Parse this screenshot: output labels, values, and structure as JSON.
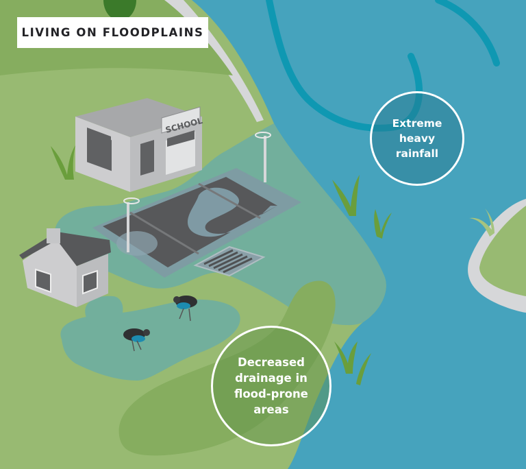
{
  "title": "LIVING ON FLOODPLAINS",
  "callouts": {
    "rainfall": {
      "lines": [
        "Extreme",
        "heavy",
        "rainfall"
      ]
    },
    "drainage": {
      "lines": [
        "Decreased",
        "drainage in",
        "flood-prone",
        "areas"
      ]
    }
  },
  "buildings": {
    "school": {
      "sign": "SCHOOL"
    },
    "house": {}
  },
  "colors": {
    "river": "#46a3bd",
    "river_current": "#0f96b0",
    "grass_light": "#98ba72",
    "grass_mid": "#86ad5f",
    "grass_dark": "#3b7a2a",
    "floodwater": "#72af9c",
    "bank": "#d6d7d9",
    "road": "#57585a",
    "building": "#c9cacc",
    "title_bg": "#ffffff",
    "title_text": "#222226"
  }
}
